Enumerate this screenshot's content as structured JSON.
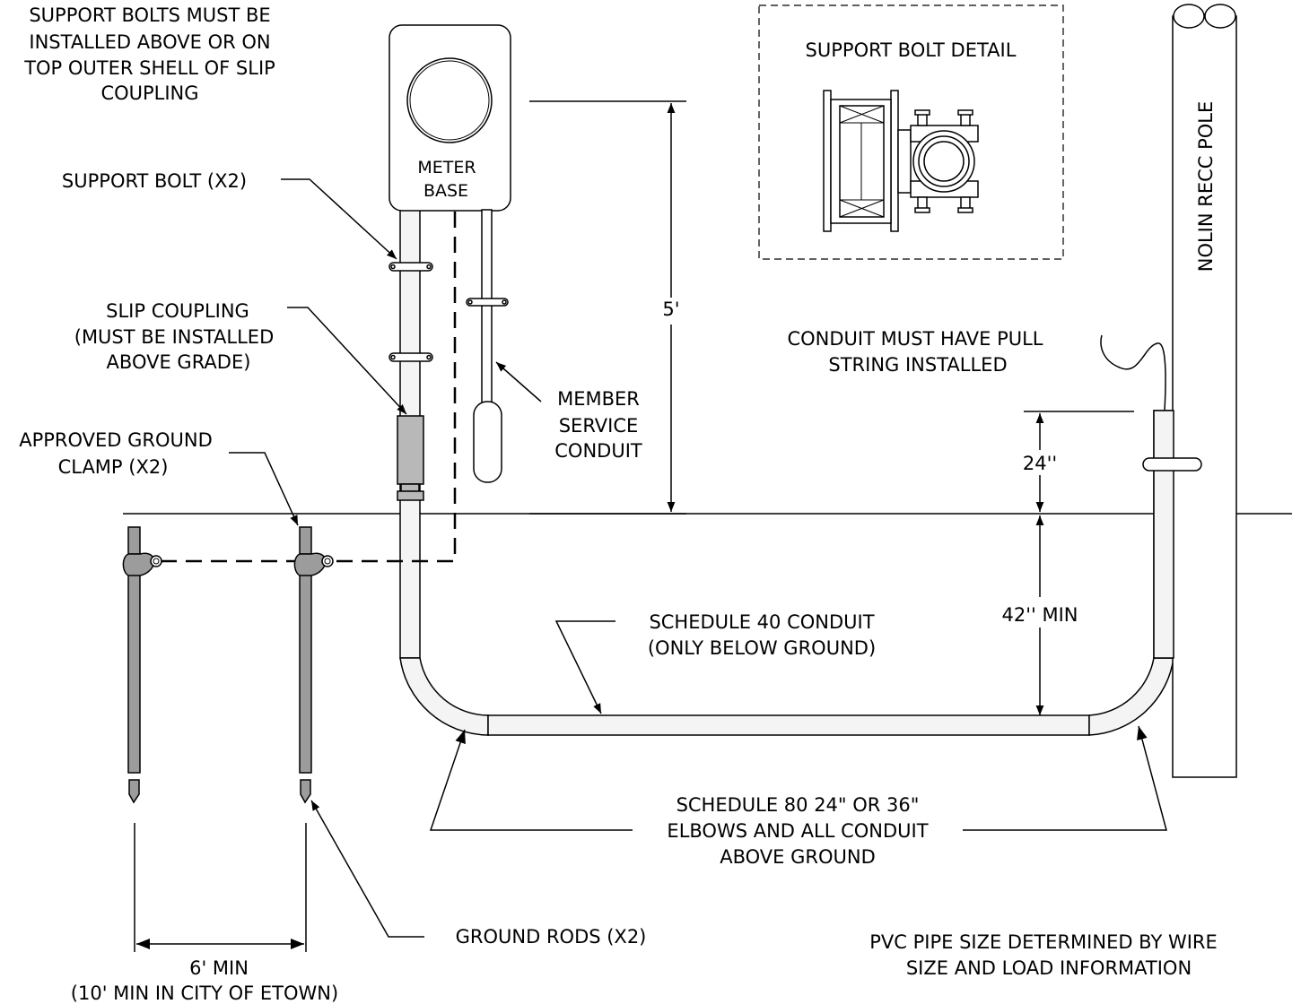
{
  "labels": {
    "support_bolts_note": [
      "SUPPORT BOLTS MUST BE",
      "INSTALLED ABOVE OR ON",
      "TOP OUTER SHELL OF SLIP",
      "COUPLING"
    ],
    "meter_base": [
      "METER",
      "BASE"
    ],
    "support_bolt": "SUPPORT BOLT (X2)",
    "slip_coupling": [
      "SLIP COUPLING",
      "(MUST BE INSTALLED",
      "ABOVE GRADE)"
    ],
    "approved_ground_clamp": [
      "APPROVED GROUND",
      "CLAMP (X2)"
    ],
    "member_service_conduit": [
      "MEMBER",
      "SERVICE",
      "CONDUIT"
    ],
    "support_bolt_detail": "SUPPORT BOLT DETAIL",
    "pole": "NOLIN RECC POLE",
    "pull_string": [
      "CONDUIT MUST HAVE PULL",
      "STRING INSTALLED"
    ],
    "dim_5ft": "5'",
    "dim_24in": "24''",
    "dim_42in": "42'' MIN",
    "schedule_40": [
      "SCHEDULE 40 CONDUIT",
      "(ONLY BELOW GROUND)"
    ],
    "schedule_80": [
      "SCHEDULE 80 24\" OR 36\"",
      "ELBOWS AND ALL CONDUIT",
      "ABOVE GROUND"
    ],
    "ground_rods": "GROUND RODS (X2)",
    "dim_6ft": [
      "6' MIN",
      "(10' MIN IN CITY OF ETOWN)"
    ],
    "pvc_note": [
      "PVC PIPE SIZE DETERMINED BY WIRE",
      "SIZE AND LOAD INFORMATION"
    ]
  }
}
